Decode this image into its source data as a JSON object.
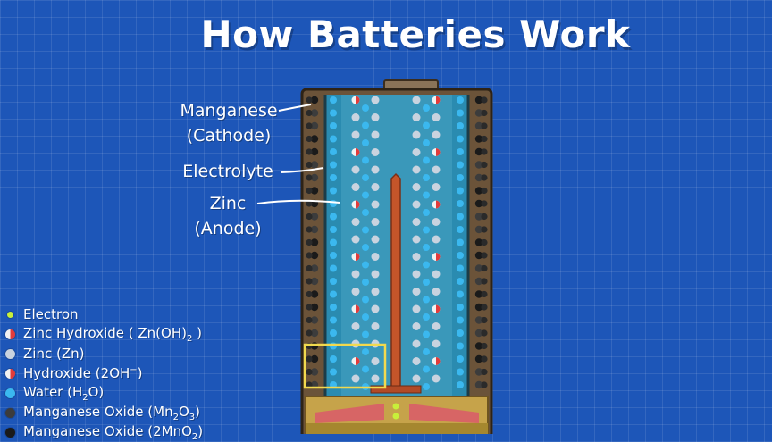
{
  "title": "How Batteries Work",
  "labels": {
    "manganese_line1": "Manganese",
    "manganese_line2": "(Cathode)",
    "electrolyte": "Electrolyte",
    "zinc_line1": "Zinc",
    "zinc_line2": "(Anode)"
  },
  "legend": {
    "electron": {
      "text": "Electron",
      "color": "#c8ef3a"
    },
    "zinc_hydroxide": {
      "text": "Zinc Hydroxide ( Zn(OH)",
      "sub": "2",
      "after": " )",
      "color": "#e23b3b",
      "color2": "#f2f2f2"
    },
    "zinc": {
      "text": "Zinc (Zn)",
      "color": "#c9d3df"
    },
    "hydroxide": {
      "text": "Hydroxide (2OH",
      "sup": "−",
      "after": ")",
      "color": "#e23b3b",
      "color2": "#f2f2f2"
    },
    "water": {
      "text": "Water (H",
      "sub": "2",
      "after": "O)",
      "color": "#3bb8ef"
    },
    "mn2o3": {
      "text": "Manganese Oxide (Mn",
      "sub": "2",
      "mid": "O",
      "sub2": "3",
      "after": ")",
      "color": "#3c3c3c"
    },
    "mno2": {
      "text": "Manganese Oxide (2MnO",
      "sub": "2",
      "after": ")",
      "color": "#1a1a1a"
    }
  },
  "colors": {
    "background": "#1d56b8",
    "casing": "#6b5339",
    "rod": "#c4552a",
    "base": "#c6a34a",
    "highlight_box": "#f2d94e"
  }
}
